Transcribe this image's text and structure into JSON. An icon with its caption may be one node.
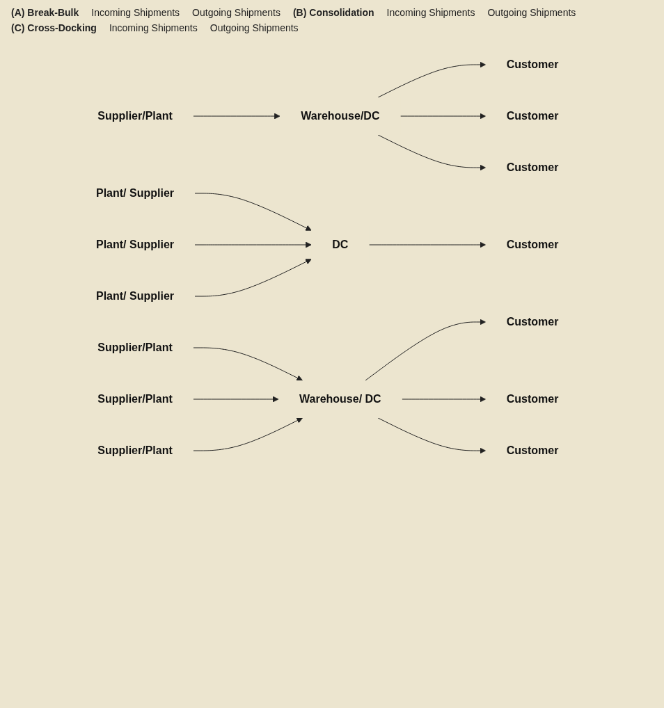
{
  "diagram": {
    "nodes": [
      {
        "text": [
          "Supplier/Plant"
        ]
      },
      {
        "text": [
          "Warehouse/DC"
        ]
      },
      {
        "text": [
          "Customer"
        ]
      },
      {
        "text": [
          "Customer"
        ]
      },
      {
        "text": [
          "Customer"
        ]
      },
      {
        "text": [
          "Plant/ Supplier"
        ]
      },
      {
        "text": [
          "Plant/ Supplier"
        ]
      },
      {
        "text": [
          "Plant/ Supplier"
        ]
      },
      {
        "text": [
          "DC"
        ]
      },
      {
        "text": [
          "Customer"
        ]
      },
      {
        "text": [
          "Supplier/Plant"
        ]
      },
      {
        "text": [
          "Supplier/Plant"
        ]
      },
      {
        "text": [
          "Supplier/Plant"
        ]
      },
      {
        "text": [
          "Warehouse/ DC"
        ]
      },
      {
        "text": [
          "Customer"
        ]
      },
      {
        "text": [
          "Customer"
        ]
      },
      {
        "text": [
          "Customer"
        ]
      }
    ],
    "edges": [
      {
        "from": 0,
        "to": 1,
        "arrow": "to"
      },
      {
        "from": 1,
        "to": 2,
        "arrow": "to"
      },
      {
        "from": 1,
        "to": 3,
        "arrow": "to"
      },
      {
        "from": 1,
        "to": 4,
        "arrow": "to"
      },
      {
        "from": 5,
        "to": 8,
        "arrow": "to"
      },
      {
        "from": 6,
        "to": 8,
        "arrow": "to"
      },
      {
        "from": 7,
        "to": 8,
        "arrow": "to"
      },
      {
        "from": 8,
        "to": 9,
        "arrow": "to"
      },
      {
        "from": 10,
        "to": 13,
        "arrow": "to"
      },
      {
        "from": 11,
        "to": 13,
        "arrow": "to"
      },
      {
        "from": 12,
        "to": 13,
        "arrow": "to"
      },
      {
        "from": 13,
        "to": 14,
        "arrow": "to"
      },
      {
        "from": 13,
        "to": 15,
        "arrow": "to"
      },
      {
        "from": 13,
        "to": 16,
        "arrow": "to"
      }
    ],
    "labels": [
      "(A) Break-Bulk",
      "Incoming Shipments",
      "Outgoing Shipments",
      "(B) Consolidation",
      "Incoming Shipments",
      "Outgoing Shipments",
      "(C) Cross-Docking",
      "Incoming Shipments",
      "Outgoing Shipments"
    ]
  }
}
